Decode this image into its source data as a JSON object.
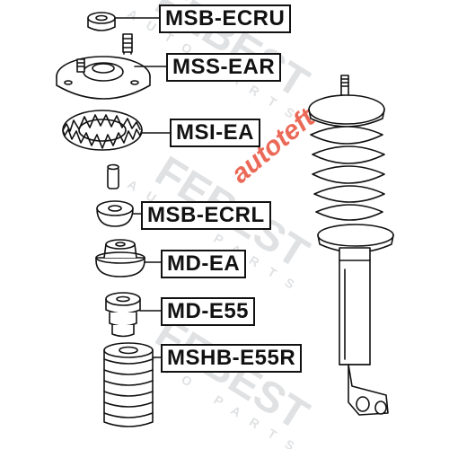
{
  "diagram": {
    "part_labels": [
      {
        "id": "msb-ecru",
        "text": "MSB-ECRU"
      },
      {
        "id": "mss-ear",
        "text": "MSS-EAR"
      },
      {
        "id": "msi-ea",
        "text": "MSI-EA"
      },
      {
        "id": "msb-ecrl",
        "text": "MSB-ECRL"
      },
      {
        "id": "md-ea",
        "text": "MD-EA"
      },
      {
        "id": "md-e55",
        "text": "MD-E55"
      },
      {
        "id": "mshb-e55r",
        "text": "MSHB-E55R"
      }
    ],
    "watermark": {
      "brand": "FEBEST",
      "tagline": "AUTO PARTS",
      "overlay": "autoteft"
    },
    "colors": {
      "line": "#111111",
      "watermark": "#d8dadd",
      "overlay_red": "#e8503a",
      "overlay_gray": "#b8b8b8"
    }
  }
}
